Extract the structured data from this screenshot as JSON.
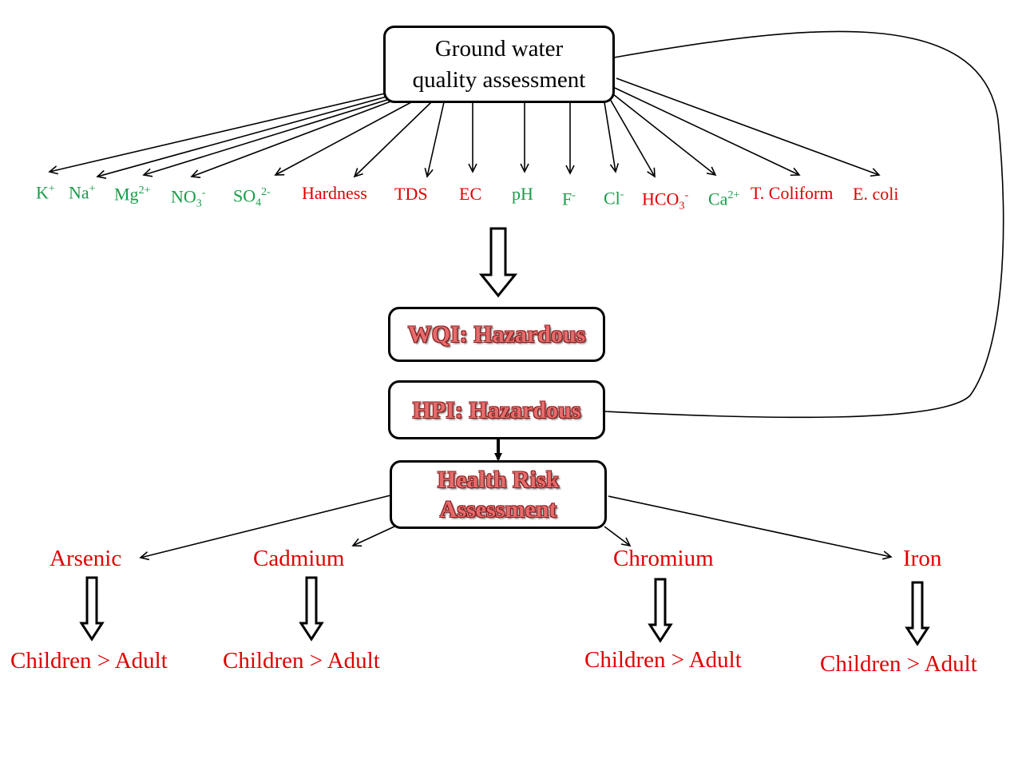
{
  "colors": {
    "green": "#1a9c4a",
    "red": "#e00000",
    "emph": "#e46c6c"
  },
  "boxes": {
    "ground_water": {
      "line1": "Ground water",
      "line2": "quality assessment"
    },
    "wqi": {
      "label": "WQI: Hazardous"
    },
    "hpi": {
      "label": "HPI: Hazardous"
    },
    "health_risk": {
      "line1": "Health Risk",
      "line2": "Assessment"
    }
  },
  "parameters": [
    {
      "base": "K",
      "sup": "+",
      "sub": "",
      "color": "green"
    },
    {
      "base": "Na",
      "sup": "+",
      "sub": "",
      "color": "green"
    },
    {
      "base": "Mg",
      "sup": "2+",
      "sub": "",
      "color": "green"
    },
    {
      "base": "NO",
      "sup": "-",
      "sub": "3",
      "color": "green"
    },
    {
      "base": "SO",
      "sup": "2-",
      "sub": "4",
      "color": "green"
    },
    {
      "base": "Hardness",
      "sup": "",
      "sub": "",
      "color": "red"
    },
    {
      "base": "TDS",
      "sup": "",
      "sub": "",
      "color": "red"
    },
    {
      "base": "EC",
      "sup": "",
      "sub": "",
      "color": "red"
    },
    {
      "base": "pH",
      "sup": "",
      "sub": "",
      "color": "green"
    },
    {
      "base": "F",
      "sup": "-",
      "sub": "",
      "color": "green"
    },
    {
      "base": "Cl",
      "sup": "-",
      "sub": "",
      "color": "green"
    },
    {
      "base": "HCO",
      "sup": "-",
      "sub": "3",
      "color": "red"
    },
    {
      "base": "Ca",
      "sup": "2+",
      "sub": "",
      "color": "green"
    },
    {
      "base": "T. Coliform",
      "sup": "",
      "sub": "",
      "color": "red"
    },
    {
      "base": "E. coli",
      "sup": "",
      "sub": "",
      "color": "red"
    }
  ],
  "metals": [
    {
      "name": "Arsenic",
      "result": "Children > Adult"
    },
    {
      "name": "Cadmium",
      "result": "Children > Adult"
    },
    {
      "name": "Chromium",
      "result": "Children > Adult"
    },
    {
      "name": "Iron",
      "result": "Children > Adult"
    }
  ]
}
